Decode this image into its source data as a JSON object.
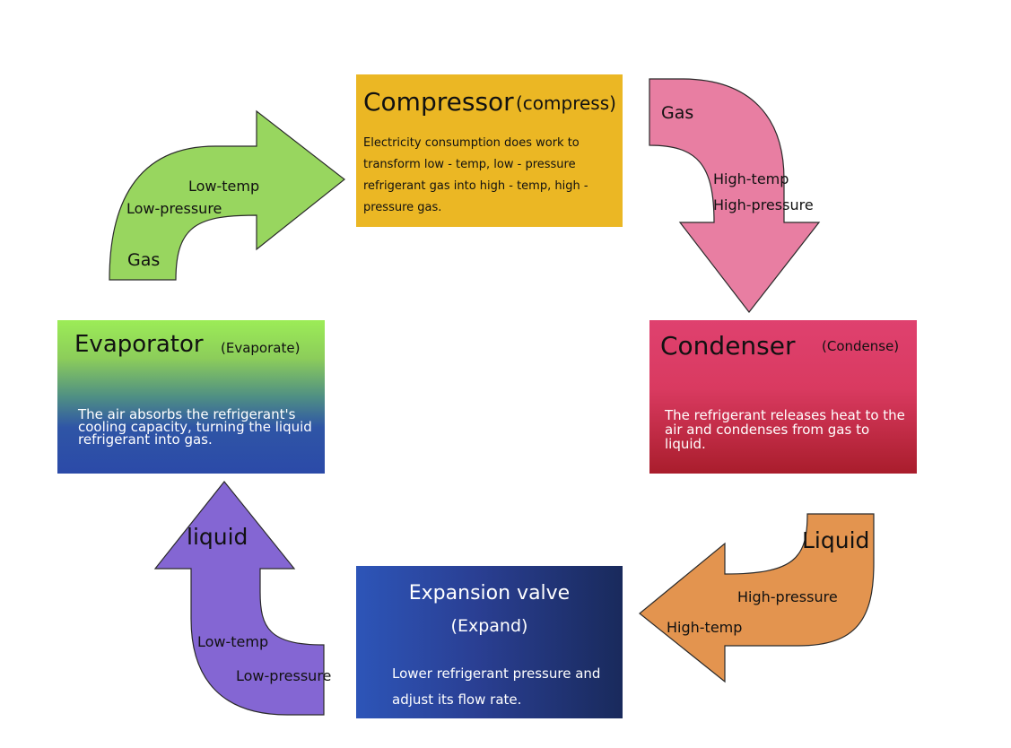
{
  "compressor": {
    "title": "Compressor",
    "subtitle": "(compress)",
    "description": "Electricity consumption does work to transform low - temp, low - pressure refrigerant gas into high - temp, high - pressure gas.",
    "color": "#ebb724"
  },
  "condenser": {
    "title": "Condenser",
    "subtitle": "(Condense)",
    "description": "The refrigerant releases heat to the air and condenses from gas to liquid.",
    "color": "#d93a60"
  },
  "evaporator": {
    "title": "Evaporator",
    "subtitle": "(Evaporate)",
    "description": "The air absorbs the refrigerant's cooling capacity, turning the liquid refrigerant into gas.",
    "color": "#2b4aa8"
  },
  "expansion_valve": {
    "title": "Expansion valve",
    "subtitle": "(Expand)",
    "description": "Lower refrigerant pressure and adjust its flow rate.",
    "color": "#2a3f93"
  },
  "arrows": {
    "evap_to_comp": {
      "color": "#98d65f",
      "state": "Gas",
      "temp": "Low-temp",
      "pressure": "Low-pressure"
    },
    "comp_to_cond": {
      "color": "#e87ea2",
      "state": "Gas",
      "temp": "High-temp",
      "pressure": "High-pressure"
    },
    "cond_to_exp": {
      "color": "#e3944f",
      "state": "Liquid",
      "temp": "High-temp",
      "pressure": "High-pressure"
    },
    "exp_to_evap": {
      "color": "#8466d3",
      "state": "liquid",
      "temp": "Low-temp",
      "pressure": "Low-pressure"
    }
  }
}
